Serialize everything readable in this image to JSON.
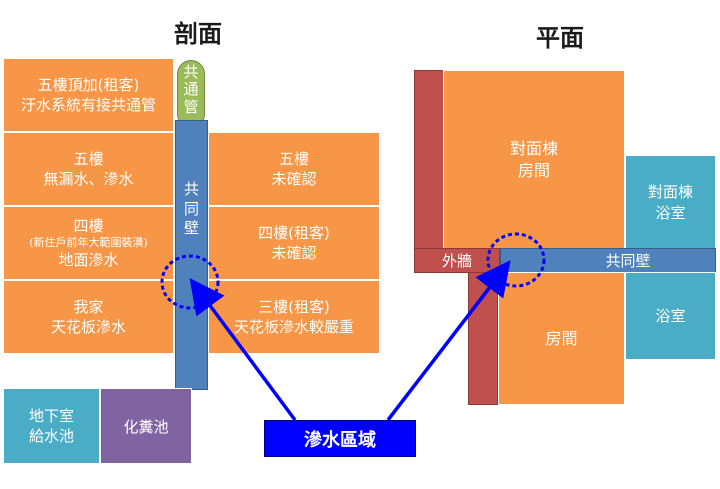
{
  "section_view": {
    "title": "剖面",
    "left_column": [
      {
        "lines": [
          "五樓頂加(租客)",
          "汙水系統有接共通管"
        ]
      },
      {
        "lines": [
          "五樓",
          "無漏水、滲水"
        ]
      },
      {
        "lines": [
          "四樓",
          "(新住戶前年大範圍裝潢)",
          "地面滲水"
        ]
      },
      {
        "lines": [
          "我家",
          "天花板滲水"
        ]
      }
    ],
    "right_column": [
      {
        "lines": [
          "五樓",
          "未確認"
        ]
      },
      {
        "lines": [
          "四樓(租客)",
          "未確認"
        ]
      },
      {
        "lines": [
          "三樓(租客)",
          "天花板滲水較嚴重"
        ]
      }
    ],
    "pipe_label": [
      "共",
      "通",
      "管"
    ],
    "wall_label": [
      "共",
      "同",
      "壁"
    ],
    "basement_tank": [
      "地下室",
      "給水池"
    ],
    "septic_tank": "化糞池"
  },
  "plan_view": {
    "title": "平面",
    "opposite_room": [
      "對面棟",
      "房間"
    ],
    "opposite_bath": [
      "對面棟",
      "浴室"
    ],
    "outer_wall": "外牆",
    "shared_wall": "共同壁",
    "room": "房間",
    "bath": "浴室"
  },
  "leak_label": "滲水區域",
  "colors": {
    "room": "#f79646",
    "water": "#4bacc6",
    "septic": "#8064a2",
    "shared_wall": "#4f81bd",
    "outer_wall": "#c0504d",
    "pipe": "#9bbb59",
    "callout": "#0000ff"
  }
}
